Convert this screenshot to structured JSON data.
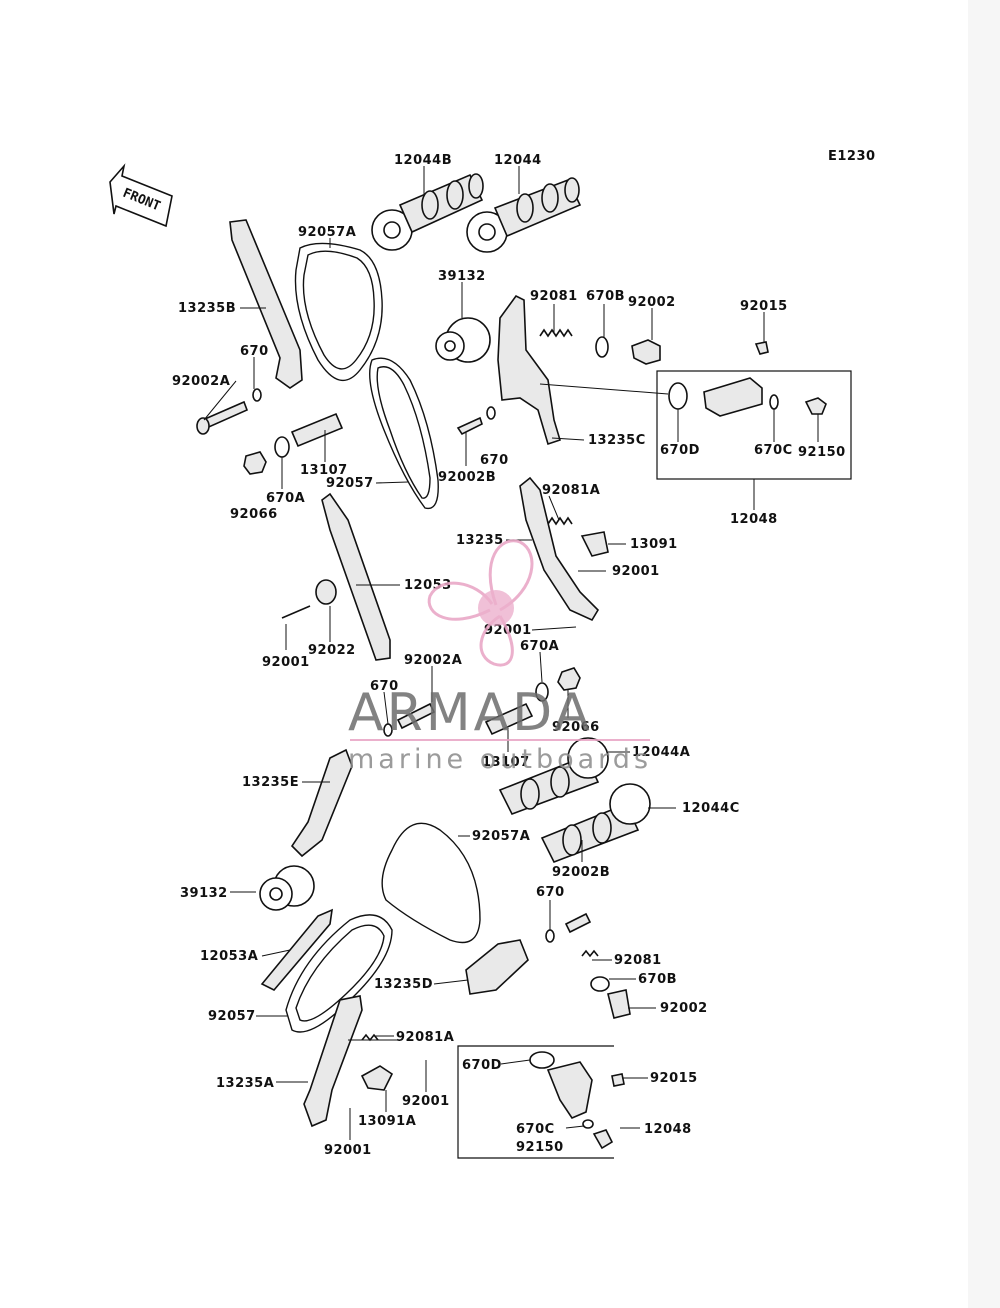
{
  "diagram_code": "E1230",
  "front_label": "FRONT",
  "watermark": {
    "brand": "ARMADA",
    "tagline": "marine outboards",
    "color": "#e8a3c4"
  },
  "labels": [
    {
      "id": "l1",
      "text": "12044B"
    },
    {
      "id": "l2",
      "text": "12044"
    },
    {
      "id": "l3",
      "text": "92057A"
    },
    {
      "id": "l4",
      "text": "13235B"
    },
    {
      "id": "l5",
      "text": "39132"
    },
    {
      "id": "l6",
      "text": "92081"
    },
    {
      "id": "l7",
      "text": "670B"
    },
    {
      "id": "l8",
      "text": "92002"
    },
    {
      "id": "l9",
      "text": "92015"
    },
    {
      "id": "l10",
      "text": "670"
    },
    {
      "id": "l11",
      "text": "92002A"
    },
    {
      "id": "l12",
      "text": "13235C"
    },
    {
      "id": "l13",
      "text": "670D"
    },
    {
      "id": "l14",
      "text": "670C"
    },
    {
      "id": "l15",
      "text": "92150"
    },
    {
      "id": "l16",
      "text": "13107"
    },
    {
      "id": "l17",
      "text": "670"
    },
    {
      "id": "l18",
      "text": "670A"
    },
    {
      "id": "l19",
      "text": "92002B"
    },
    {
      "id": "l20",
      "text": "92057"
    },
    {
      "id": "l21",
      "text": "92066"
    },
    {
      "id": "l22",
      "text": "92081A"
    },
    {
      "id": "l23",
      "text": "12048"
    },
    {
      "id": "l24",
      "text": "13235"
    },
    {
      "id": "l25",
      "text": "13091"
    },
    {
      "id": "l26",
      "text": "12053"
    },
    {
      "id": "l27",
      "text": "92001"
    },
    {
      "id": "l28",
      "text": "92001"
    },
    {
      "id": "l29",
      "text": "92022"
    },
    {
      "id": "l30",
      "text": "92001"
    },
    {
      "id": "l31",
      "text": "670A"
    },
    {
      "id": "l32",
      "text": "92002A"
    },
    {
      "id": "l33",
      "text": "670"
    },
    {
      "id": "l34",
      "text": "92066"
    },
    {
      "id": "l35",
      "text": "13107"
    },
    {
      "id": "l36",
      "text": "12044A"
    },
    {
      "id": "l37",
      "text": "13235E"
    },
    {
      "id": "l38",
      "text": "12044C"
    },
    {
      "id": "l39",
      "text": "92057A"
    },
    {
      "id": "l40",
      "text": "92002B"
    },
    {
      "id": "l41",
      "text": "39132"
    },
    {
      "id": "l42",
      "text": "670"
    },
    {
      "id": "l43",
      "text": "12053A"
    },
    {
      "id": "l44",
      "text": "92081"
    },
    {
      "id": "l45",
      "text": "13235D"
    },
    {
      "id": "l46",
      "text": "670B"
    },
    {
      "id": "l47",
      "text": "92057"
    },
    {
      "id": "l48",
      "text": "92002"
    },
    {
      "id": "l49",
      "text": "92081A"
    },
    {
      "id": "l50",
      "text": "670D"
    },
    {
      "id": "l51",
      "text": "92015"
    },
    {
      "id": "l52",
      "text": "13235A"
    },
    {
      "id": "l53",
      "text": "92001"
    },
    {
      "id": "l54",
      "text": "13091A"
    },
    {
      "id": "l55",
      "text": "670C"
    },
    {
      "id": "l56",
      "text": "12048"
    },
    {
      "id": "l57",
      "text": "92150"
    },
    {
      "id": "l58",
      "text": "92001"
    }
  ]
}
